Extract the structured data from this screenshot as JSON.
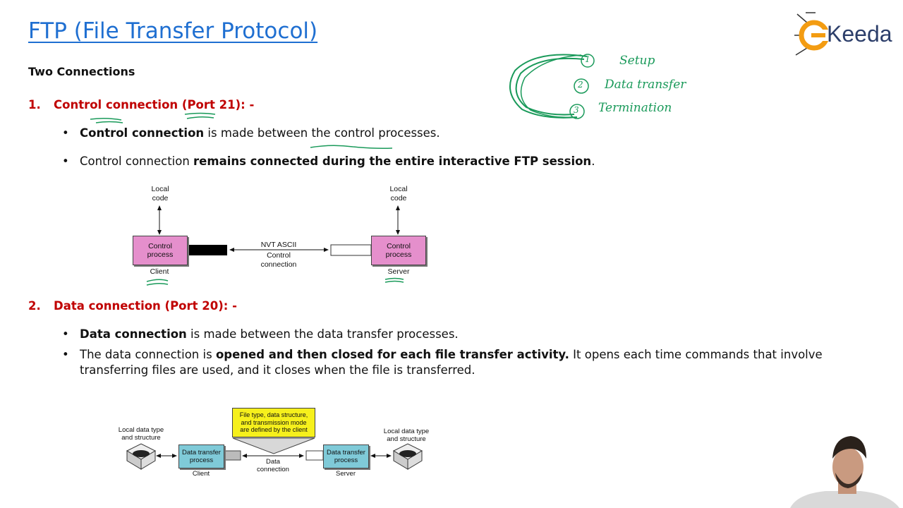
{
  "title": "FTP (File Transfer Protocol)",
  "subtitle": "Two Connections",
  "logo": {
    "letter_e": "E",
    "text": "Keeda"
  },
  "sections": [
    {
      "number": "1.",
      "heading": "Control connection (Port 21): -"
    },
    {
      "number": "2.",
      "heading": "Data connection (Port 20): -"
    }
  ],
  "bullets": {
    "b1_bold": "Control connection",
    "b1_rest": " is made between the control processes.",
    "b2_start": "Control connection ",
    "b2_bold": "remains connected during the entire interactive FTP session",
    "b2_end": ".",
    "b3_bold": "Data connection",
    "b3_rest": " is made between the data transfer processes.",
    "b4_start": "The data connection is ",
    "b4_bold": "opened and then closed for each file transfer activity.",
    "b4_rest": " It opens each time commands that involve transferring files are used, and it closes when the file is transferred.",
    "dot": "•"
  },
  "diagram1": {
    "left_local": "Local\ncode",
    "right_local": "Local\ncode",
    "left_box": "Control\nprocess",
    "right_box": "Control\nprocess",
    "left_caption": "Client",
    "right_caption": "Server",
    "top_label": "NVT ASCII",
    "bottom_label": "Control\nconnection"
  },
  "diagram2": {
    "note": "File type, data structure,\nand transmission mode\nare defined by the client",
    "left_local": "Local data type\nand structure",
    "right_local": "Local data type\nand structure",
    "left_box": "Data transfer\nprocess",
    "right_box": "Data transfer\nprocess",
    "left_caption": "Client",
    "right_caption": "Server",
    "mid_label": "Data\nconnection"
  },
  "handwritten": {
    "n1": "1",
    "n2": "2",
    "n3": "3",
    "item1": "Setup",
    "item2": "Data transfer",
    "item3": "Termination"
  },
  "colors": {
    "title": "#1f6fd1",
    "section": "#c00000",
    "ink": "#1a9a5a",
    "control_box": "#e58fcc",
    "data_box": "#7fcad8",
    "note_box": "#f6f01c",
    "logo_orange": "#f39c12"
  }
}
